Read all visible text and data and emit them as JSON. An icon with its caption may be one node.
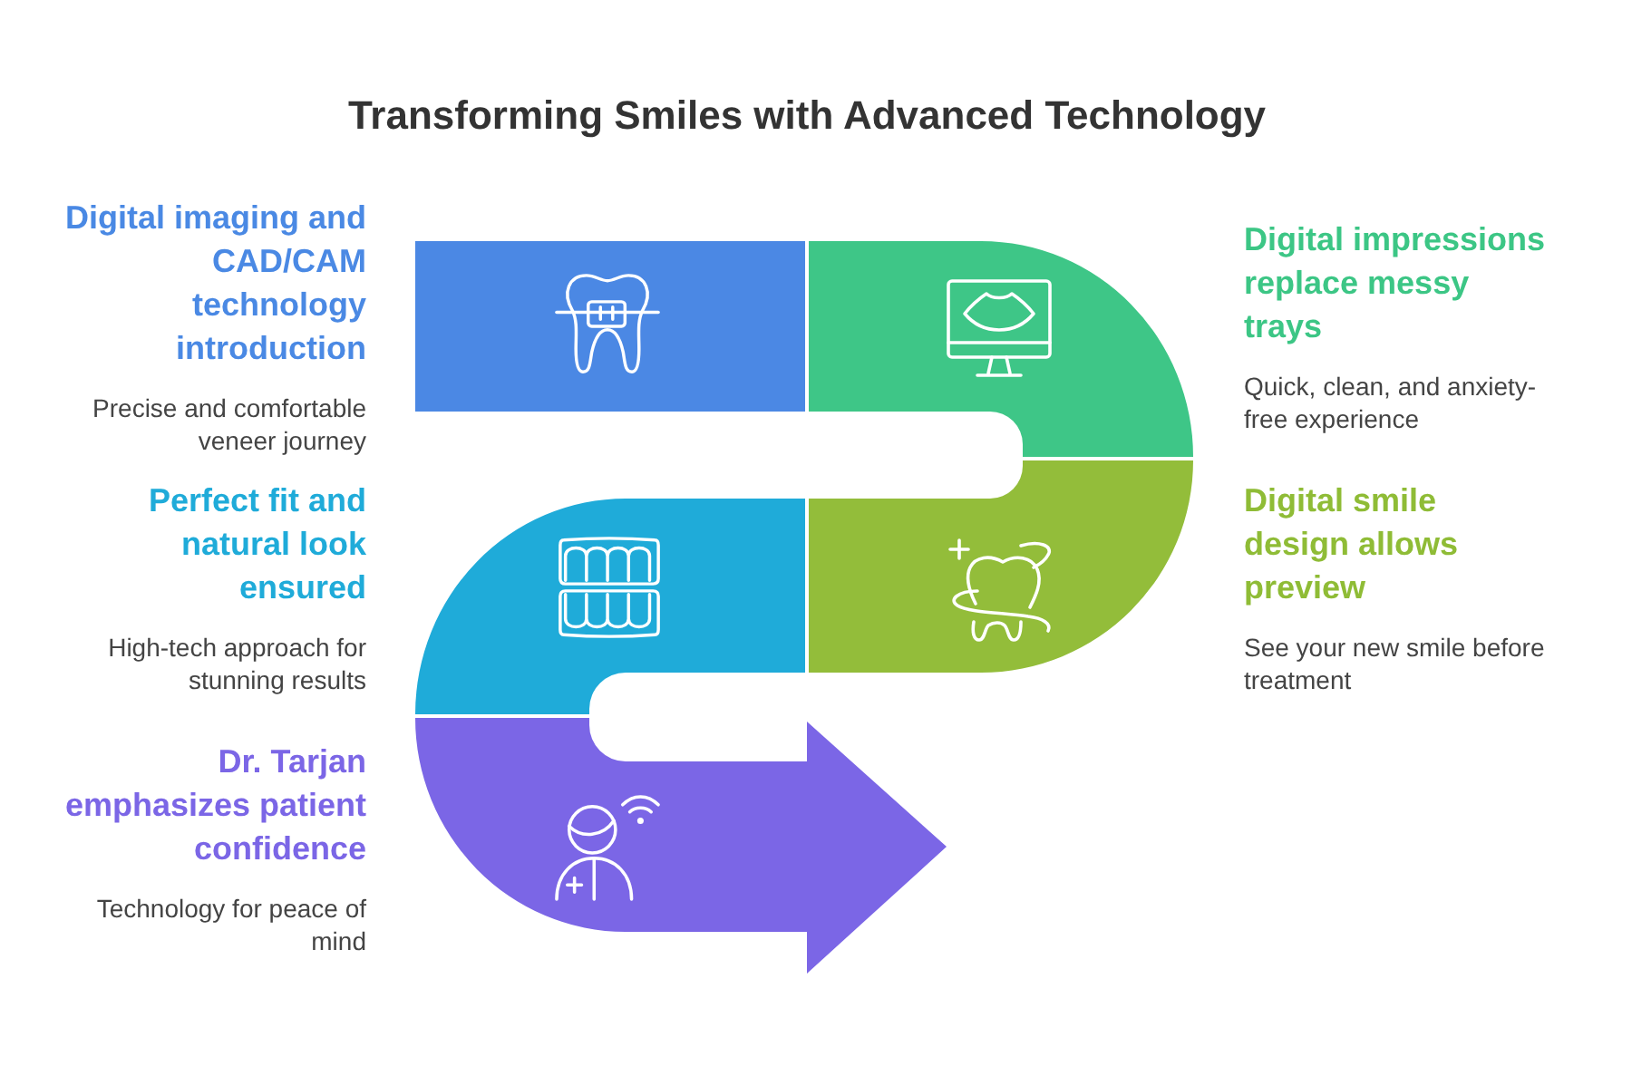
{
  "diagram": {
    "title": "Transforming Smiles with Advanced Technology",
    "nodes": [
      {
        "text": [],
        "shape": "band",
        "beside": [
          "Digital imaging and CAD/CAM technology introduction",
          "Precise and comfortable veneer journey"
        ]
      },
      {
        "text": [],
        "shape": "band",
        "beside": [
          "Digital impressions replace messy trays",
          "Quick, clean, and anxiety-free experience"
        ]
      },
      {
        "text": [],
        "shape": "band",
        "beside": [
          "Digital smile design allows preview",
          "See your new smile before treatment"
        ]
      },
      {
        "text": [],
        "shape": "band",
        "beside": [
          "Perfect fit and natural look ensured",
          "High-tech approach for stunning results"
        ]
      },
      {
        "text": [],
        "shape": "arrow",
        "beside": [
          "Dr. Tarjan emphasizes patient confidence",
          "Technology for peace of mind"
        ]
      }
    ]
  }
}
